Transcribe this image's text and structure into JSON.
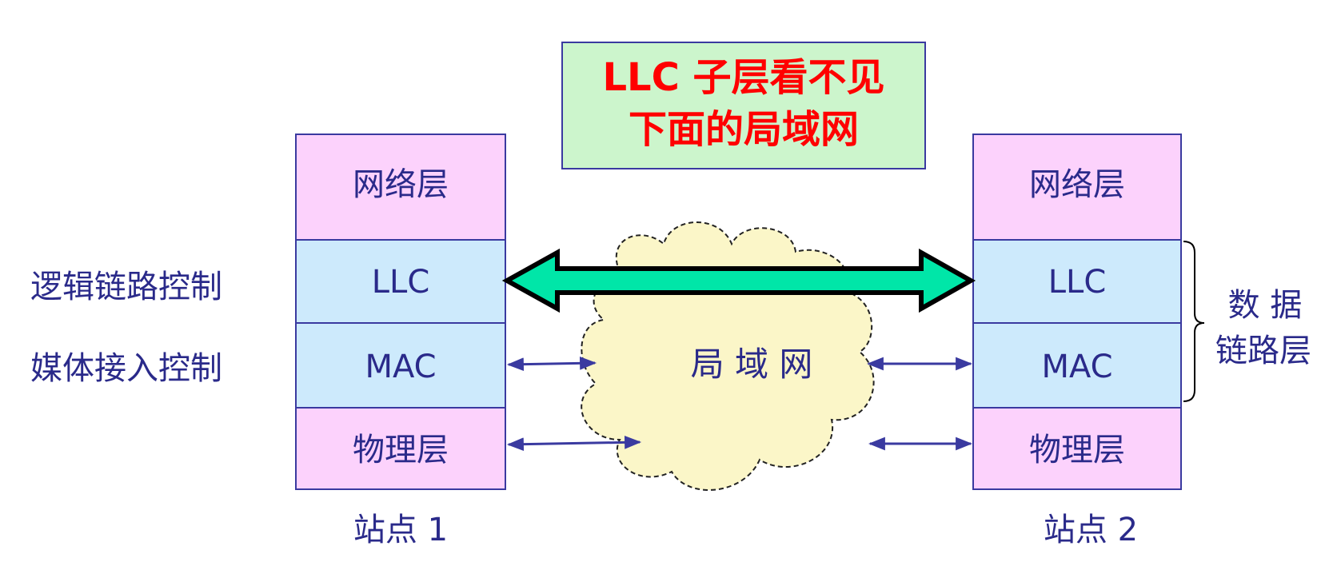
{
  "title_box": {
    "line1": "LLC 子层看不见",
    "line2": "下面的局域网"
  },
  "left_labels": {
    "llc": "逻辑链路控制",
    "mac": "媒体接入控制"
  },
  "station1": {
    "layers": [
      "网络层",
      "LLC",
      "MAC",
      "物理层"
    ],
    "label": "站点 1"
  },
  "station2": {
    "layers": [
      "网络层",
      "LLC",
      "MAC",
      "物理层"
    ],
    "label": "站点 2"
  },
  "cloud": {
    "label": "局 域 网"
  },
  "right_brace": {
    "line1": "数 据",
    "line2": "链路层"
  },
  "colors": {
    "network_layer": "#fcd2fc",
    "llc_layer": "#cdeafc",
    "mac_layer": "#cdeafc",
    "physical_layer": "#fcd2fc",
    "title_bg": "#ccf5cc",
    "title_text": "#ff0000",
    "big_arrow_fill": "#00e6a8",
    "small_arrow": "#3a3aa0",
    "cloud_fill": "#fbf6c8",
    "label_text": "#2a2a8a"
  }
}
